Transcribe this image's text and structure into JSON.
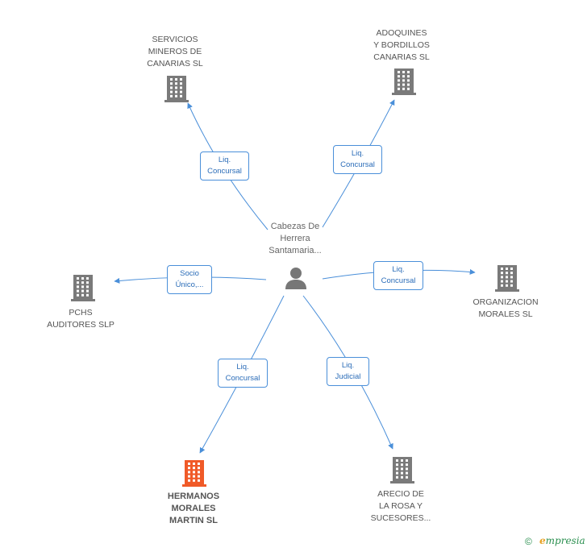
{
  "center": {
    "name": "Cabezas De\nHerrera\nSantamaria...",
    "icon": "person-icon"
  },
  "nodes": [
    {
      "id": "servicios",
      "name": "SERVICIOS\nMINEROS DE\nCANARIAS SL",
      "icon": "building-icon",
      "color": "#7a7a7a",
      "relation": "Liq.\nConcursal"
    },
    {
      "id": "adoquines",
      "name": "ADOQUINES\nY BORDILLOS\nCANARIAS SL",
      "icon": "building-icon",
      "color": "#7a7a7a",
      "relation": "Liq.\nConcursal"
    },
    {
      "id": "pchs",
      "name": "PCHS\nAUDITORES  SLP",
      "icon": "building-icon",
      "color": "#7a7a7a",
      "relation": "Socio\nÚnico,..."
    },
    {
      "id": "organizacion",
      "name": "ORGANIZACION\nMORALES SL",
      "icon": "building-icon",
      "color": "#7a7a7a",
      "relation": "Liq.\nConcursal"
    },
    {
      "id": "hermanos",
      "name": "HERMANOS\nMORALES\nMARTIN SL",
      "icon": "building-icon",
      "color": "#f05a28",
      "relation": "Liq.\nConcursal"
    },
    {
      "id": "arecio",
      "name": "ARECIO DE\nLA ROSA Y\nSUCESORES...",
      "icon": "building-icon",
      "color": "#7a7a7a",
      "relation": "Liq.\nJudicial"
    }
  ],
  "footer": {
    "copyright": "©",
    "brand_first": "e",
    "brand_rest": "mpresia"
  },
  "colors": {
    "edge": "#4a8fd9",
    "icon_gray": "#7a7a7a",
    "highlight": "#f05a28"
  }
}
